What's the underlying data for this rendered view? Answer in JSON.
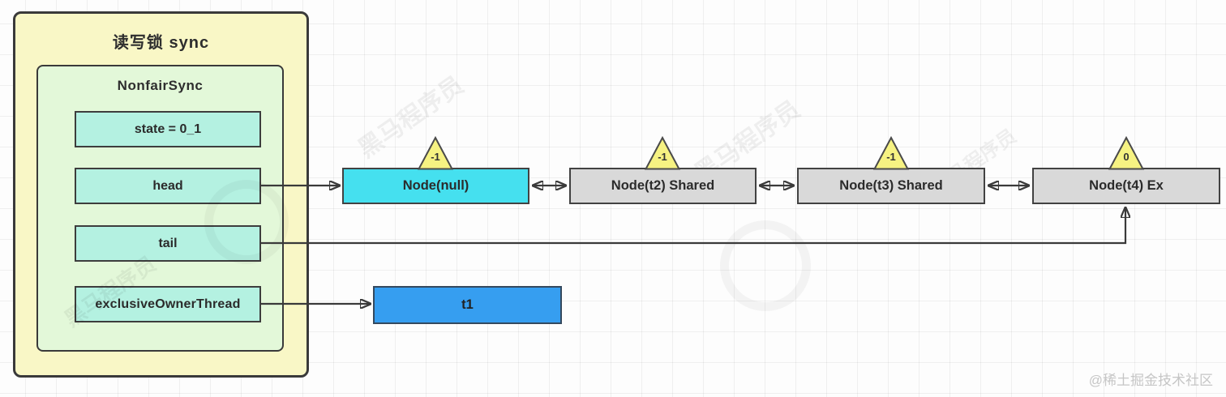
{
  "diagram": {
    "title": "读写锁 sync",
    "inner_title": "NonfairSync",
    "fields": [
      {
        "label": "state = 0_1"
      },
      {
        "label": "head"
      },
      {
        "label": "tail"
      },
      {
        "label": "exclusiveOwnerThread"
      }
    ],
    "nodes": [
      {
        "label": "Node(null)",
        "wait_status": "-1"
      },
      {
        "label": "Node(t2) Shared",
        "wait_status": "-1"
      },
      {
        "label": "Node(t3) Shared",
        "wait_status": "-1"
      },
      {
        "label": "Node(t4) Ex",
        "wait_status": "0"
      }
    ],
    "thread_label": "t1"
  },
  "watermark": {
    "brand_text": "黑马程序员",
    "credit_text": "@稀土掘金技术社区"
  },
  "colors": {
    "outer_box_fill": "#f9f7c6",
    "inner_box_fill": "#e3f8d9",
    "field_fill": "#b4f1e1",
    "head_node_fill": "#45e0ef",
    "queue_node_fill": "#d9d9d9",
    "thread_fill": "#369ef0",
    "triangle_fill": "#f6f282",
    "line_color": "#3a3a3a",
    "credit_color": "#c6c6c6"
  }
}
